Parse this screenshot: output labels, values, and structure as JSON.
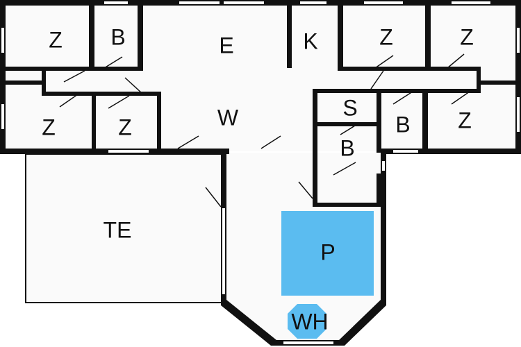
{
  "rooms": [
    {
      "id": "z1",
      "label": "Z"
    },
    {
      "id": "b1",
      "label": "B"
    },
    {
      "id": "e",
      "label": "E"
    },
    {
      "id": "k",
      "label": "K"
    },
    {
      "id": "z2",
      "label": "Z"
    },
    {
      "id": "z3",
      "label": "Z"
    },
    {
      "id": "z4",
      "label": "Z"
    },
    {
      "id": "z5",
      "label": "Z"
    },
    {
      "id": "w",
      "label": "W"
    },
    {
      "id": "s",
      "label": "S"
    },
    {
      "id": "b2",
      "label": "B"
    },
    {
      "id": "z6",
      "label": "Z"
    },
    {
      "id": "b3",
      "label": "B"
    },
    {
      "id": "te",
      "label": "TE"
    },
    {
      "id": "p",
      "label": "P"
    },
    {
      "id": "wh",
      "label": "WH"
    }
  ],
  "colors": {
    "wall": "#111111",
    "floor": "#fafafa",
    "pool": "#5bbcf0",
    "terrace_line": "#111111"
  }
}
